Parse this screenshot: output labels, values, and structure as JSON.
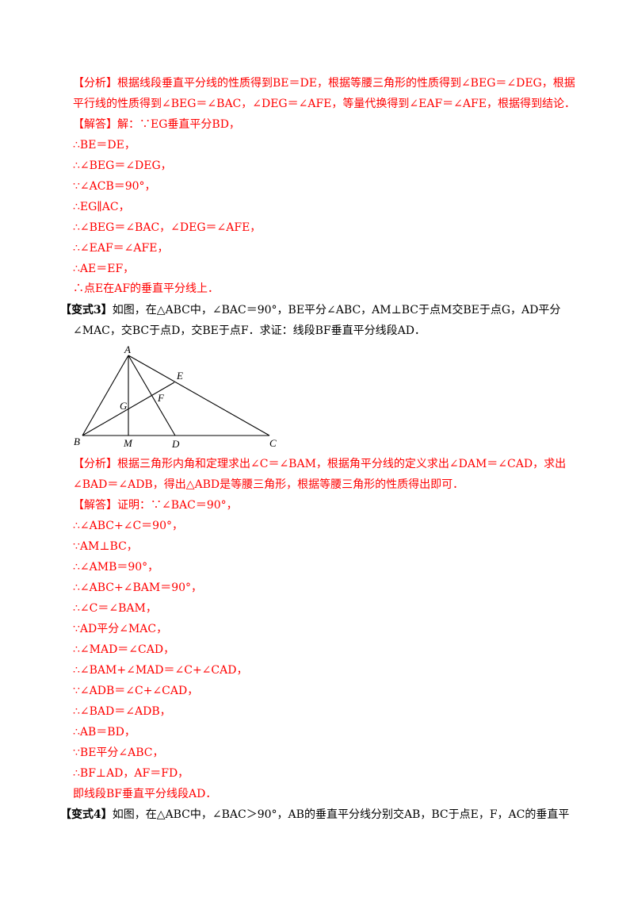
{
  "section1": {
    "analysis_line1": "【分析】根据线段垂直平分线的性质得到BE＝DE，根据等腰三角形的性质得到∠BEG＝∠DEG，根据",
    "analysis_line2": "平行线的性质得到∠BEG＝∠BAC，∠DEG＝∠AFE，等量代换得到∠EAF＝∠AFE，根据得到结论．",
    "solution_lines": [
      "【解答】解：∵EG垂直平分BD，",
      "∴BE＝DE，",
      "∴∠BEG＝∠DEG，",
      "∵∠ACB＝90°，",
      "∴EG∥AC，",
      "∴∠BEG＝∠BAC，∠DEG＝∠AFE，",
      "∴∠EAF＝∠AFE，",
      "∴AE＝EF，",
      "∴点E在AF的垂直平分线上．"
    ]
  },
  "variant3": {
    "label": "【变式3】",
    "question_line1": "如图，在△ABC中，∠BAC＝90°，BE平分∠ABC，AM⊥BC于点M交BE于点G，AD平分",
    "question_line2": "∠MAC，交BC于点D，交BE于点F．求证：线段BF垂直平分线段AD．",
    "figure_labels": {
      "A": "A",
      "B": "B",
      "C": "C",
      "D": "D",
      "E": "E",
      "F": "F",
      "G": "G",
      "M": "M"
    },
    "analysis_line1": "【分析】根据三角形内角和定理求出∠C＝∠BAM，根据角平分线的定义求出∠DAM＝∠CAD，求出",
    "analysis_line2": "∠BAD＝∠ADB，得出△ABD是等腰三角形，根据等腰三角形的性质得出即可．",
    "proof_lines": [
      "【解答】证明：∵∠BAC＝90°，",
      "∴∠ABC+∠C＝90°，",
      "∵AM⊥BC，",
      "∴∠AMB＝90°，",
      "∴∠ABC+∠BAM＝90°，",
      "∴∠C＝∠BAM，",
      "∵AD平分∠MAC，",
      "∴∠MAD＝∠CAD，",
      "∴∠BAM+∠MAD＝∠C+∠CAD，",
      "∵∠ADB＝∠C+∠CAD，",
      "∴∠BAD＝∠ADB，",
      "∴AB＝BD，",
      "∵BE平分∠ABC，",
      "∴BF⊥AD，AF＝FD，",
      "即线段BF垂直平分线段AD．"
    ]
  },
  "variant4": {
    "label": "【变式4】",
    "question_line1": "如图，在△ABC中，∠BAC＞90°，AB的垂直平分线分别交AB，BC于点E，F，AC的垂直平"
  },
  "colors": {
    "answer": "#ff0000",
    "question": "#000000"
  }
}
